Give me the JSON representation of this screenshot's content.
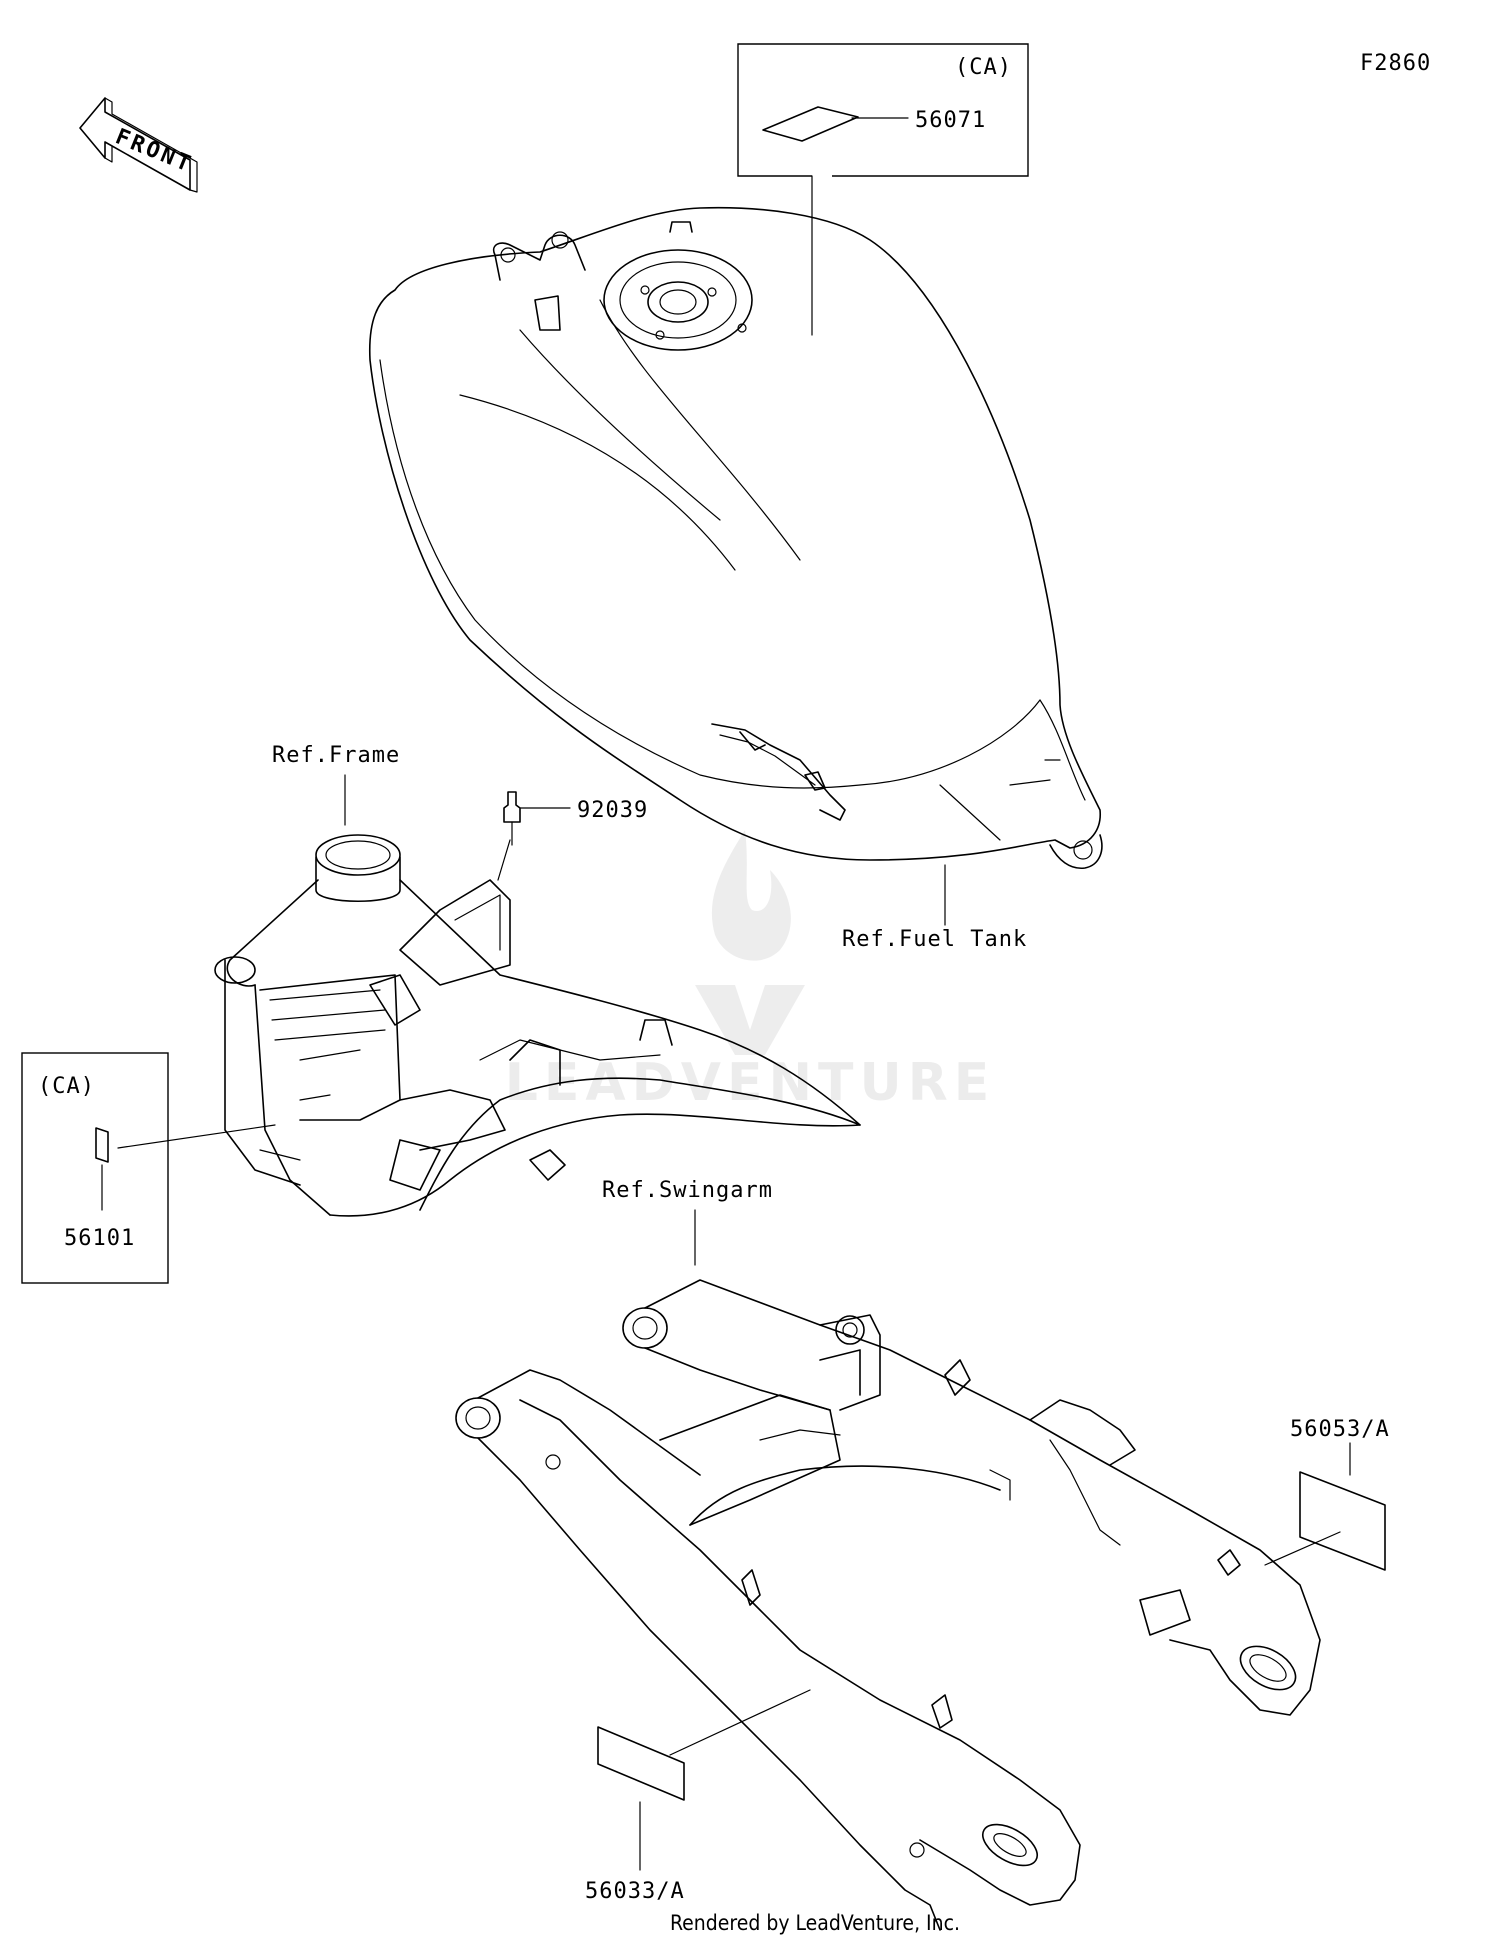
{
  "diagram_code": "F2860",
  "front_arrow_label": "FRONT",
  "watermark_text": "LEADVENTURE",
  "footer": "Rendered by LeadVenture, Inc.",
  "references": {
    "frame": "Ref.Frame",
    "fuel_tank": "Ref.Fuel Tank",
    "swingarm": "Ref.Swingarm"
  },
  "callout_boxes": {
    "top": {
      "region": "(CA)",
      "part": "56071"
    },
    "left": {
      "region": "(CA)",
      "part": "56101"
    }
  },
  "parts": {
    "rivet": "92039",
    "swingarm_label_right": "56053/A",
    "swingarm_label_bottom": "56033/A"
  }
}
